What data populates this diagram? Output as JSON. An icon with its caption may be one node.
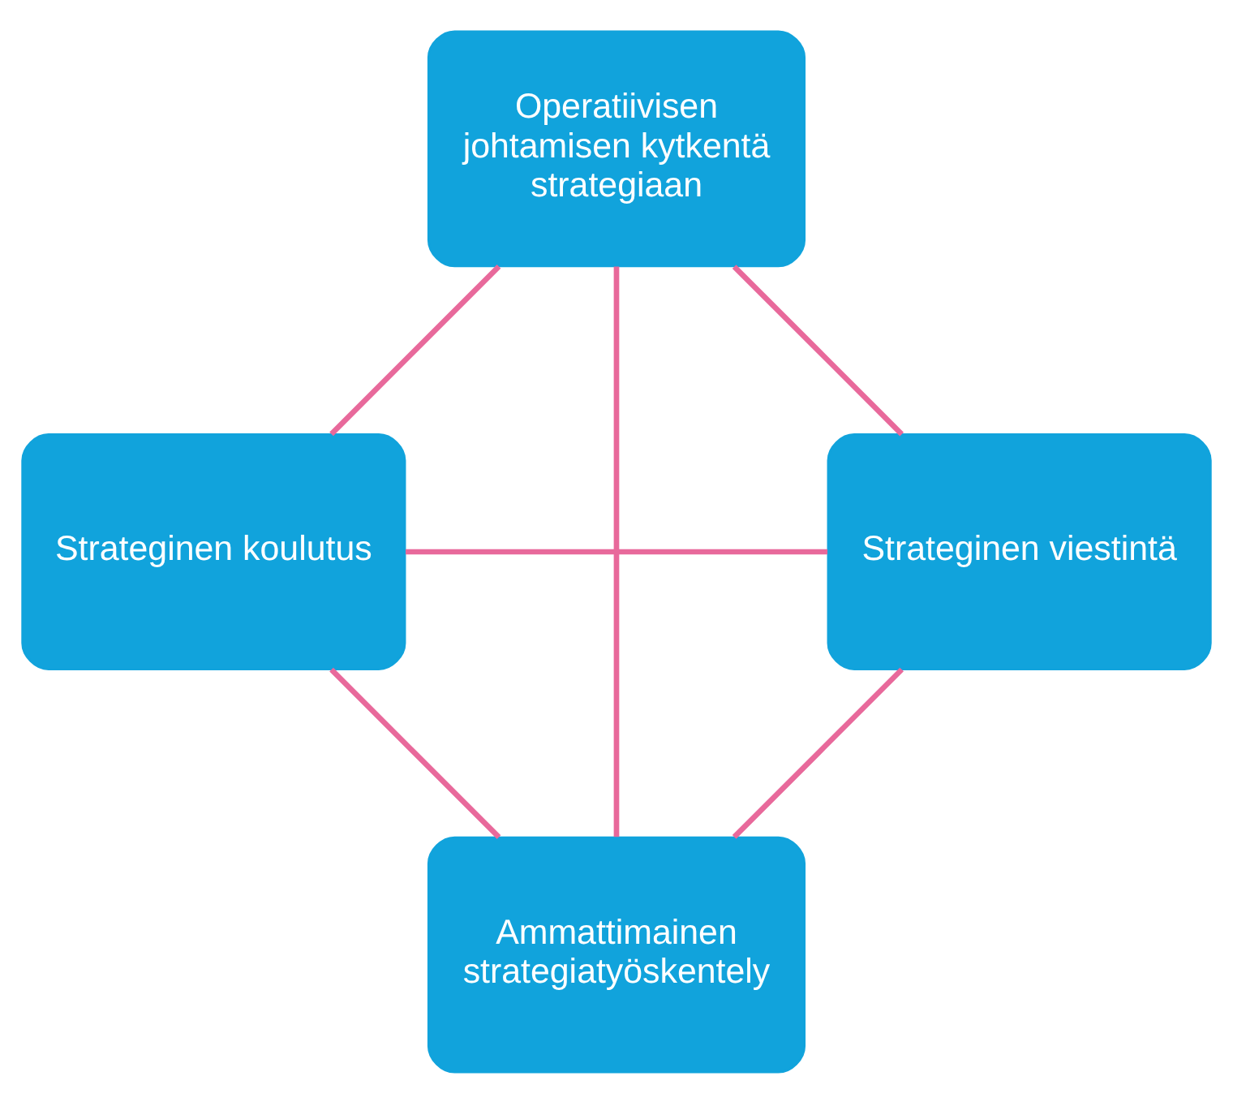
{
  "diagram": {
    "nodes": [
      {
        "text": [
          "Ammattimainen strategiatyöskentely"
        ]
      },
      {
        "text": [
          "Strateginen viestintä"
        ]
      },
      {
        "text": [
          "Operatiivisen johtamisen kytkentä strategiaan"
        ]
      },
      {
        "text": [
          "Strateginen koulutus"
        ]
      }
    ],
    "edges": [
      {
        "from": 0,
        "to": 2,
        "arrow": "none"
      },
      {
        "from": 2,
        "to": 3,
        "arrow": "none"
      },
      {
        "from": 3,
        "to": 1,
        "arrow": "none"
      },
      {
        "from": 1,
        "to": 0,
        "arrow": "none"
      },
      {
        "from": 0,
        "to": 3,
        "arrow": "none"
      },
      {
        "from": 1,
        "to": 2,
        "arrow": "none"
      }
    ]
  }
}
